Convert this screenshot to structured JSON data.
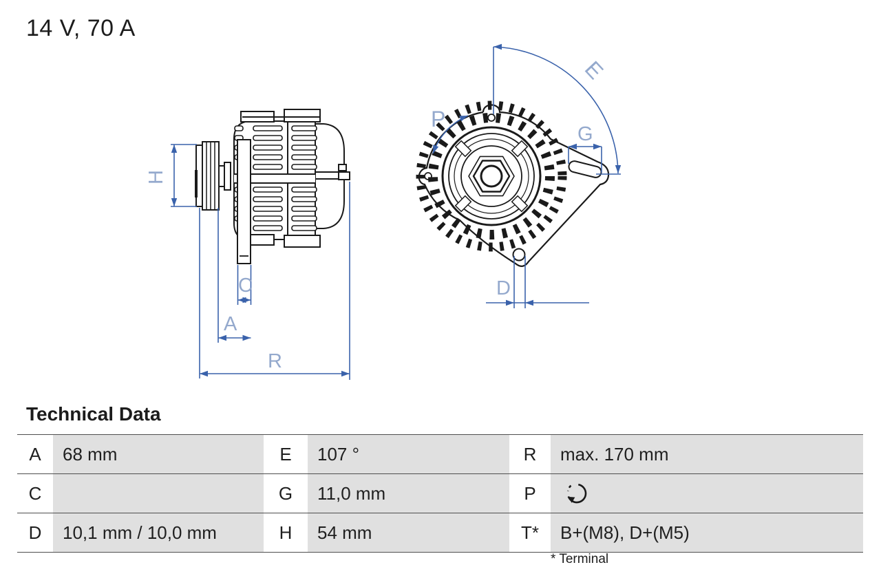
{
  "title": "14 V, 70 A",
  "diagram": {
    "labels": {
      "H": "H",
      "C": "C",
      "A": "A",
      "R": "R",
      "E": "E",
      "P": "P",
      "G": "G",
      "D": "D"
    },
    "colors": {
      "outline": "#1a1a1a",
      "dimension_line": "#3a62ab",
      "dimension_label": "#94a9cd"
    }
  },
  "table": {
    "title": "Technical Data",
    "footnote": "* Terminal",
    "rows": [
      [
        {
          "label": "A",
          "value": "68 mm"
        },
        {
          "label": "E",
          "value": "107 °"
        },
        {
          "label": "R",
          "value": "max. 170 mm"
        }
      ],
      [
        {
          "label": "C",
          "value": ""
        },
        {
          "label": "G",
          "value": "11,0 mm"
        },
        {
          "label": "P",
          "value": "",
          "value_icon": "rotation-direction"
        }
      ],
      [
        {
          "label": "D",
          "value": "10,1 mm / 10,0 mm"
        },
        {
          "label": "H",
          "value": "54 mm"
        },
        {
          "label": "T*",
          "value": "B+(M8), D+(M5)"
        }
      ]
    ]
  }
}
